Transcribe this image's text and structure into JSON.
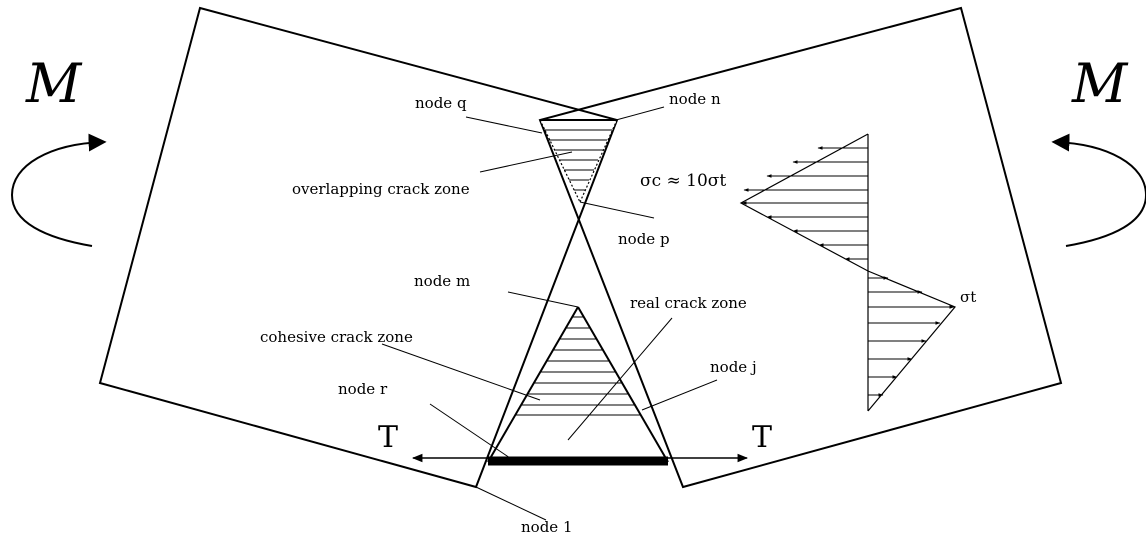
{
  "moments": {
    "left": "M",
    "right": "M"
  },
  "forces": {
    "left": "T",
    "right": "T"
  },
  "labels": {
    "node_q": "node q",
    "node_n": "node n",
    "node_p": "node p",
    "node_m": "node m",
    "node_j": "node j",
    "node_r": "node r",
    "node_1": "node 1",
    "overlapping": "overlapping crack zone",
    "cohesive": "cohesive crack zone",
    "real": "real crack zone"
  },
  "stress": {
    "compression": "σc ≈ 10σt",
    "tension": "σt"
  }
}
